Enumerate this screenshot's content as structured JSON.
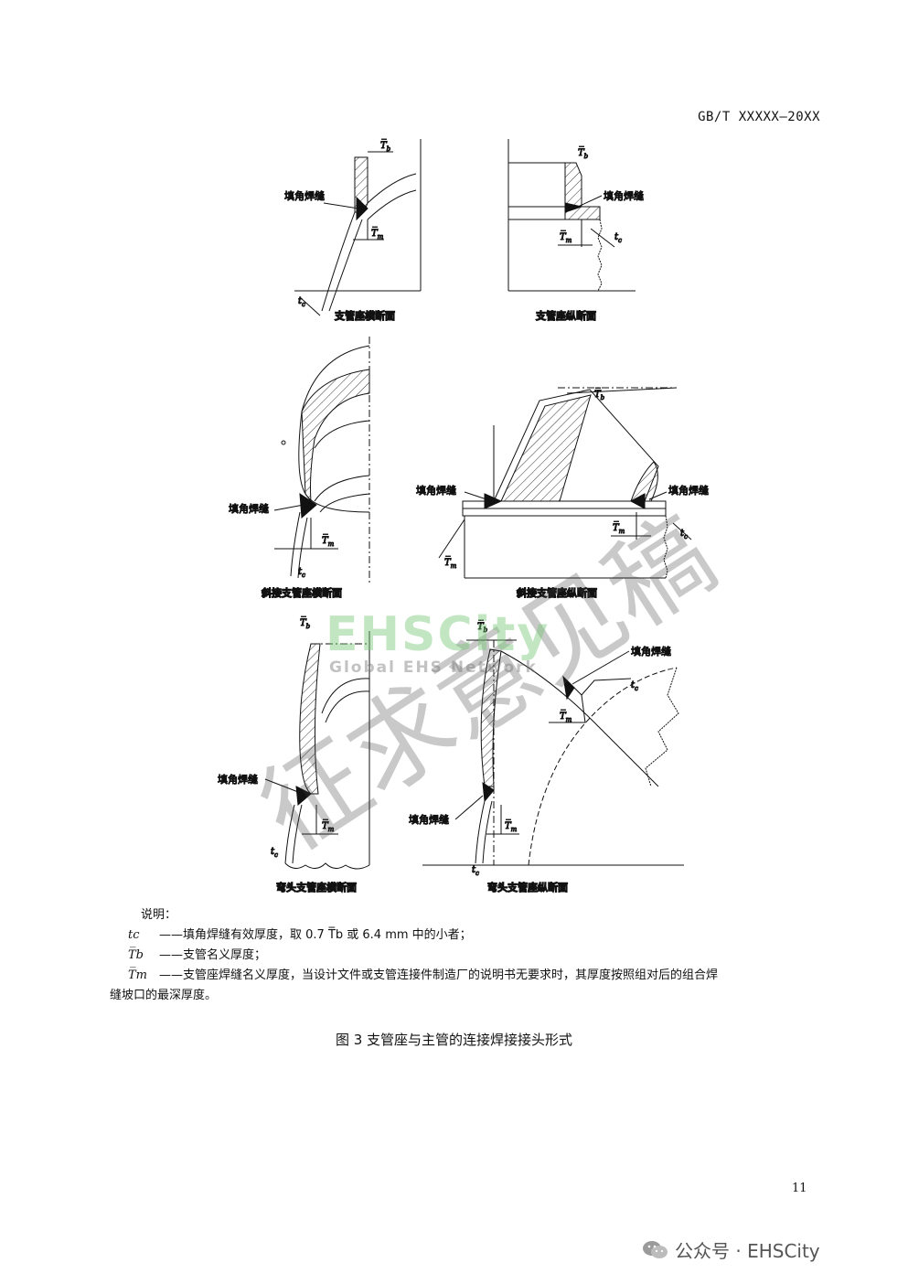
{
  "header": {
    "std_code": "GB/T XXXXX—20XX"
  },
  "figures": {
    "fillet_weld": "填角焊缝",
    "captions": {
      "branch_transverse": "支管座横断面",
      "branch_longitudinal": "支管座纵断面",
      "oblique_transverse": "斜接支管座横断面",
      "oblique_longitudinal": "斜接支管座纵断面",
      "elbow_transverse": "弯头支管座横断面",
      "elbow_longitudinal": "弯头支管座纵断面"
    },
    "symbols": {
      "tb": "T",
      "tb_sub": "b",
      "tm": "T",
      "tm_sub": "m",
      "tc": "t",
      "tc_sub": "c"
    }
  },
  "notes": {
    "heading": "说明：",
    "items": [
      {
        "symbol": "tc",
        "text": "——填角焊缝有效厚度，取 0.7 T̅b 或 6.4 mm 中的小者；"
      },
      {
        "symbol": "T̅b",
        "text": "——支管名义厚度；"
      },
      {
        "symbol": "T̅m",
        "text": "——支管座焊缝名义厚度，当设计文件或支管连接件制造厂的说明书无要求时，其厚度按照组对后的组合焊"
      }
    ],
    "continuation": "缝坡口的最深厚度。"
  },
  "figure_title": "图 3   支管座与主管的连接焊接接头形式",
  "page_number": "11",
  "footer": {
    "brand": "公众号 · EHSCity"
  },
  "watermark": {
    "logo": "EHSCity",
    "subtitle": "Global EHS Network",
    "stamp": "征求意见稿"
  }
}
